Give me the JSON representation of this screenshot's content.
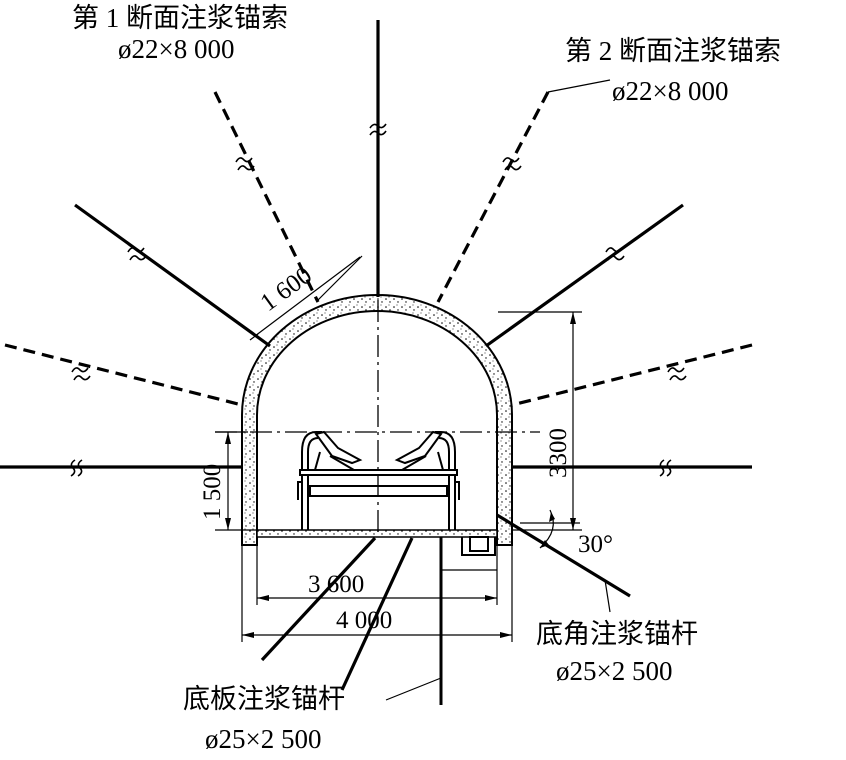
{
  "labels": {
    "section1_cable": "第 1 断面注浆锚索",
    "section1_spec": "ø22×8 000",
    "section2_cable": "第 2 断面注浆锚索",
    "section2_spec": "ø22×8 000",
    "corner_bolt": "底角注浆锚杆",
    "corner_spec": "ø25×2 500",
    "floor_bolt": "底板注浆锚杆",
    "floor_spec": "ø25×2 500"
  },
  "dimensions": {
    "arc_spacing": "1 600",
    "height_total": "3300",
    "wall_height": "1 500",
    "inner_width": "3 600",
    "outer_width": "4 000",
    "angle": "30°"
  }
}
